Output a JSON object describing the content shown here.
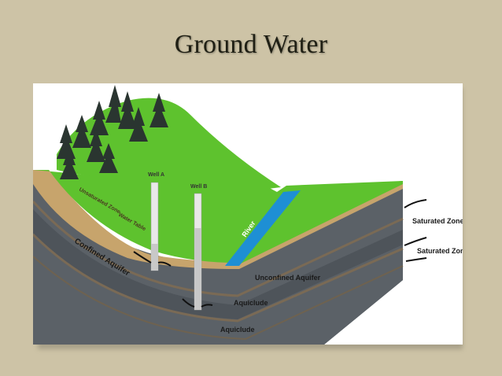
{
  "title": "Ground Water",
  "diagram": {
    "labels": {
      "well_a": "Well A",
      "well_b": "Well B",
      "unsaturated_zone": "Unsaturated Zone",
      "water_table": "Water Table",
      "confined_aquifer": "Confined Aquifer",
      "river": "River",
      "unconfined_aquifer": "Unconfined Aquifer",
      "aquiclude_upper": "Aquiclude",
      "aquiclude_lower": "Aquiclude",
      "saturated_zone_1": "Saturated Zone",
      "saturated_zone_2": "Saturated Zone"
    },
    "colors": {
      "background": "#cdc3a6",
      "grass": "#5ec22e",
      "soil": "#c7a46c",
      "rock": "#5b6167",
      "rock_dark": "#44494e",
      "river": "#1e8fd4",
      "trees": "#2a3530"
    }
  }
}
